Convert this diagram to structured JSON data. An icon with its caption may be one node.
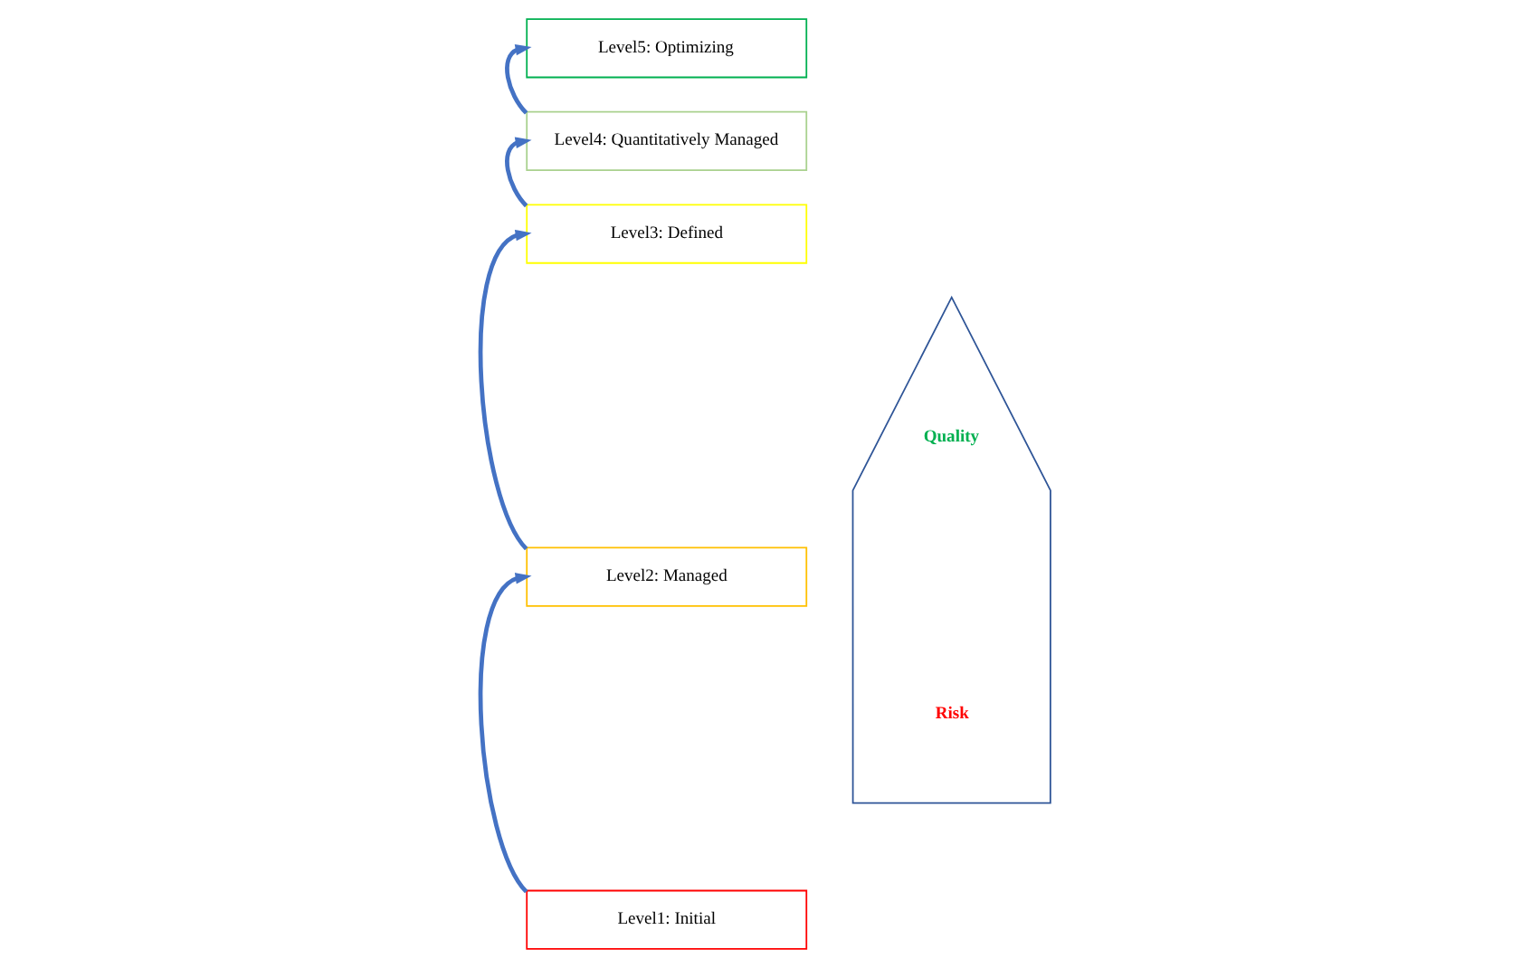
{
  "diagram": {
    "nodes": [
      {
        "text": [
          "Level1: Initial"
        ]
      },
      {
        "text": [
          "Level2: Managed"
        ]
      },
      {
        "text": [
          "Level3: Defined"
        ]
      },
      {
        "text": [
          "Level4: Quantitatively Managed"
        ]
      },
      {
        "text": [
          "Level5: Optimizing"
        ]
      },
      {
        "text": [
          "Quality",
          "Risk"
        ]
      }
    ],
    "edges": [
      {
        "from": 0,
        "to": 1,
        "arrow": "to"
      },
      {
        "from": 1,
        "to": 2,
        "arrow": "to"
      },
      {
        "from": 2,
        "to": 3,
        "arrow": "to"
      },
      {
        "from": 3,
        "to": 4,
        "arrow": "to"
      }
    ]
  }
}
